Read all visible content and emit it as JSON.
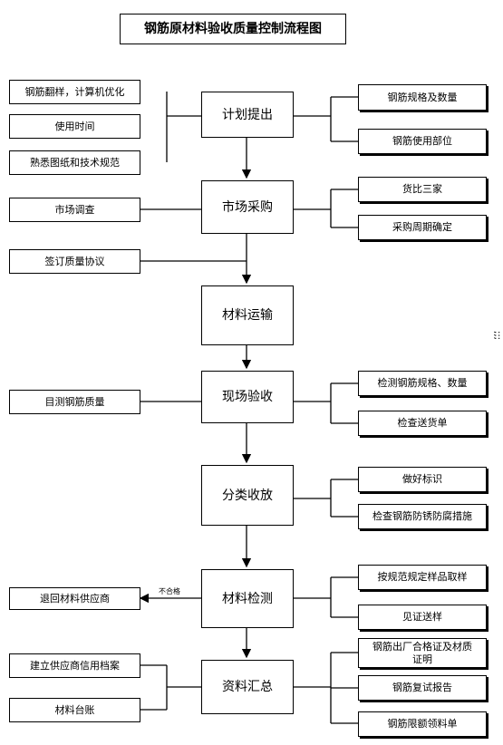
{
  "title": "钢筋原材料验收质量控制流程图",
  "main_steps": {
    "plan": "计划提出",
    "purchase": "市场采购",
    "transport": "材料运输",
    "inspect": "现场验收",
    "classify": "分类收放",
    "test": "材料检测",
    "summary": "资料汇总"
  },
  "left_notes": {
    "rebar_sampling": "钢筋翻样，计算机优化",
    "usage_time": "使用时间",
    "drawings": "熟悉图纸和技术规范",
    "market_survey": "市场调查",
    "quality_agreement": "签订质量协议",
    "visual_quality": "目测钢筋质量",
    "return_supplier": "退回材料供应商",
    "supplier_credit": "建立供应商信用档案",
    "material_ledger": "材料台账"
  },
  "right_notes": {
    "spec_qty": "钢筋规格及数量",
    "usage_part": "钢筋使用部位",
    "compare_three": "货比三家",
    "purchase_cycle": "采购周期确定",
    "check_spec_qty": "检测钢筋规格、数量",
    "check_delivery": "检查送货单",
    "mark_well": "做好标识",
    "rust_proof": "检查钢筋防锈防腐措施",
    "sample_rule": "按规范规定样品取样",
    "witness_sample": "见证送样",
    "factory_cert": "钢筋出厂合格证及材质证明",
    "retest_report": "钢筋复试报告",
    "limit_sheet": "钢筋限额领料单"
  },
  "fail_label": "不合格",
  "margin_mark": ";;;"
}
